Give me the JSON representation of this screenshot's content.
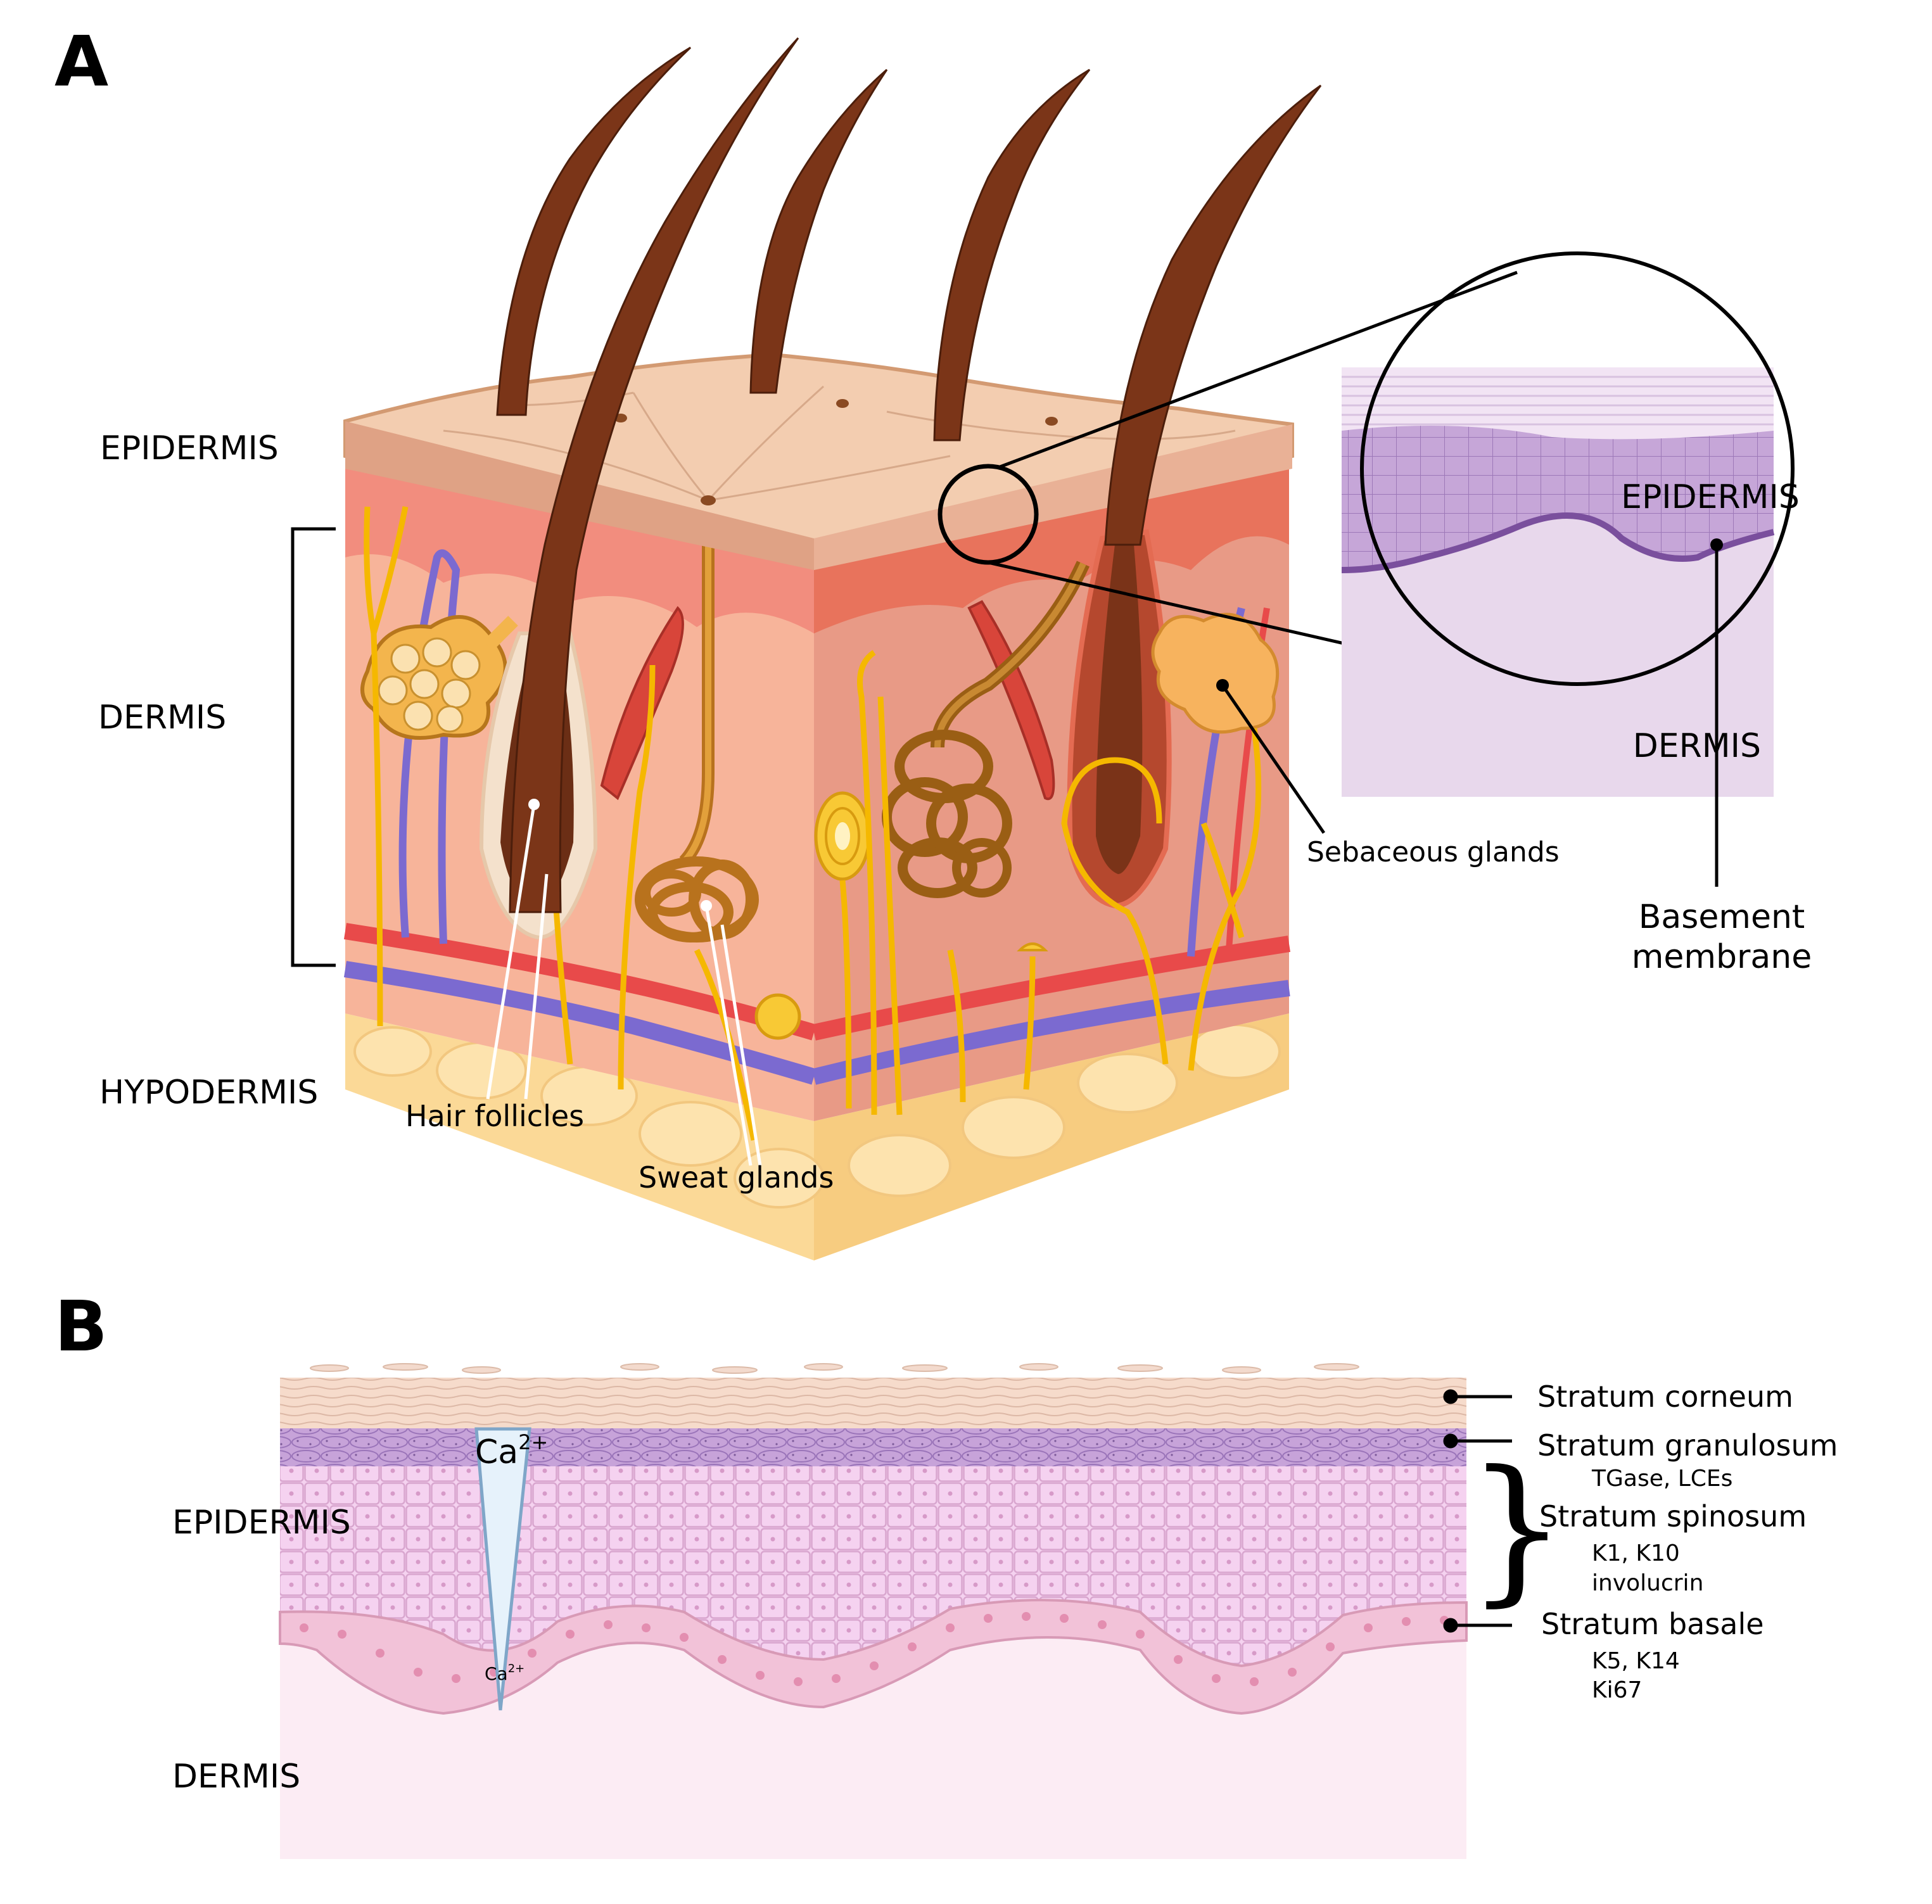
{
  "panel_a": {
    "letter": "A",
    "layer_labels": {
      "epidermis": "EPIDERMIS",
      "dermis": "DERMIS",
      "hypodermis": "HYPODERMIS"
    },
    "structure_labels": {
      "hair_follicles": "Hair follicles",
      "sweat_glands": "Sweat glands",
      "sebaceous_glands": "Sebaceous glands"
    },
    "inset": {
      "epidermis": "EPIDERMIS",
      "dermis": "DERMIS",
      "basement_membrane_line1": "Basement",
      "basement_membrane_line2": "membrane"
    }
  },
  "panel_b": {
    "letter": "B",
    "layer_labels": {
      "epidermis": "EPIDERMIS",
      "dermis": "DERMIS"
    },
    "calcium_top": "Ca",
    "calcium_top_sup": "2+",
    "calcium_bottom": "Ca",
    "calcium_bottom_sup": "2+",
    "strata": {
      "corneum": "Stratum corneum",
      "granulosum": "Stratum granulosum",
      "granulosum_markers": "TGase, LCEs",
      "spinosum": "Stratum spinosum",
      "spinosum_markers_1": "K1, K10",
      "spinosum_markers_2": "involucrin",
      "basale": "Stratum basale",
      "basale_markers_1": "K5, K14",
      "basale_markers_2": "Ki67"
    }
  },
  "colors": {
    "epidermis_top": "#f3cdb0",
    "dermis_front": "#f7b49a",
    "dermis_side": "#e89a86",
    "hypodermis": "#fbd997",
    "hair": "#6b2e15",
    "nerve": "#f5b800",
    "artery": "#e84a4a",
    "vein": "#7b6ad0",
    "inset_purple": "#b58fcc",
    "spinosum_pink": "#f3cdee",
    "basale_pink": "#f2c2d8",
    "dermis_b": "#fcecf4"
  }
}
